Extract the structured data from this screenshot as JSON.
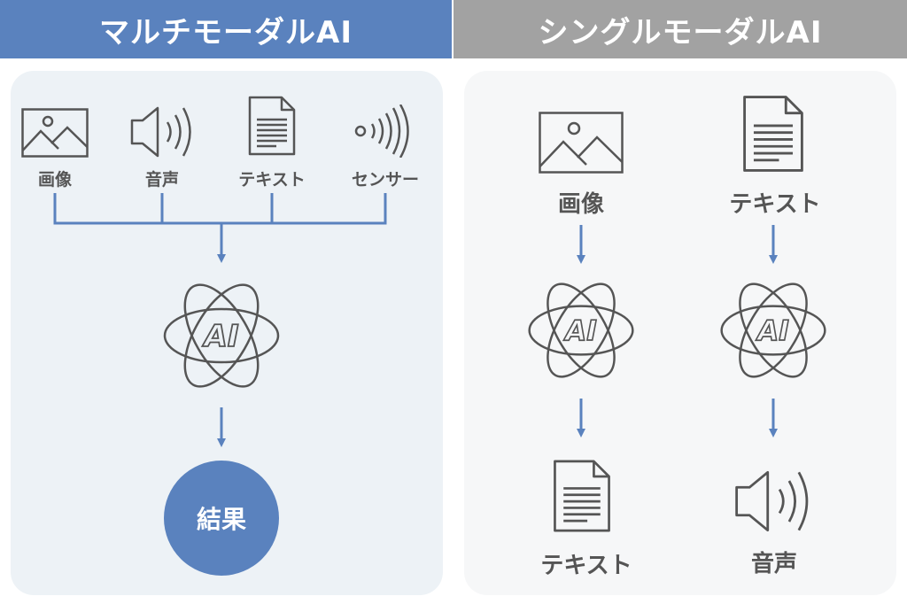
{
  "colors": {
    "multi": "#5a82be",
    "single": "#a2a2a2",
    "icon_stroke": "#555555"
  },
  "multimodal": {
    "title": "マルチモーダルAI",
    "inputs": [
      {
        "label": "画像",
        "icon": "image-icon"
      },
      {
        "label": "音声",
        "icon": "speaker-icon"
      },
      {
        "label": "テキスト",
        "icon": "document-icon"
      },
      {
        "label": "センサー",
        "icon": "sensor-icon"
      }
    ],
    "ai_icon": "ai-atom-icon",
    "ai_text": "AI",
    "result": "結果"
  },
  "singlemodal": {
    "title": "シングルモーダルAI",
    "pipelines": [
      {
        "input": "画像",
        "input_icon": "image-icon",
        "ai_text": "AI",
        "output": "テキスト",
        "output_icon": "document-icon"
      },
      {
        "input": "テキスト",
        "input_icon": "document-icon",
        "ai_text": "AI",
        "output": "音声",
        "output_icon": "speaker-icon"
      }
    ]
  }
}
